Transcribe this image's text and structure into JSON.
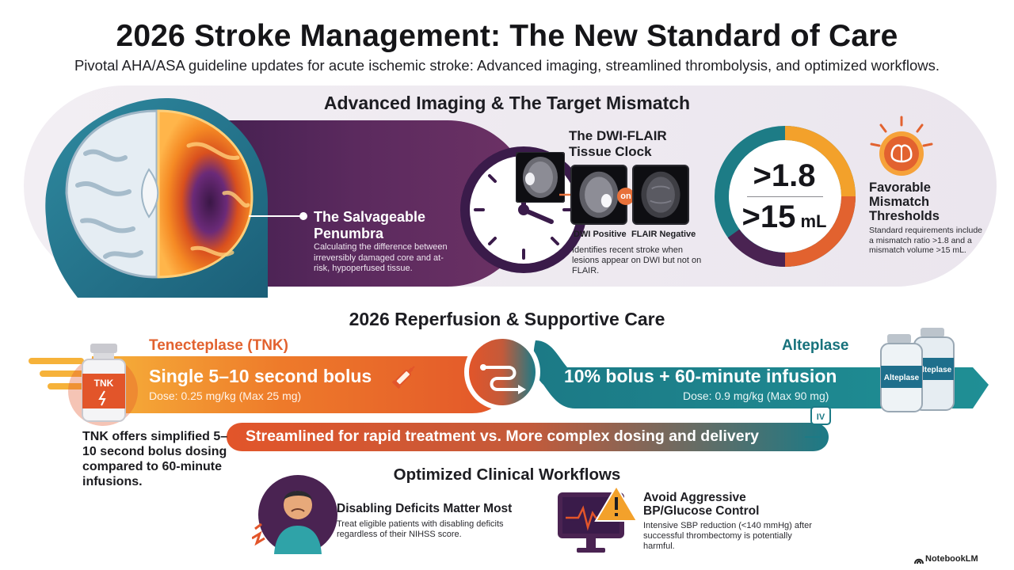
{
  "header": {
    "title": "2026 Stroke Management: The New Standard of Care",
    "subtitle": "Pivotal AHA/ASA guideline updates for acute ischemic stroke: Advanced imaging, streamlined thrombolysis, and optimized workflows."
  },
  "imaging": {
    "title": "Advanced Imaging & The Target Mismatch",
    "penumbra_title": "The Salvageable Penumbra",
    "penumbra_desc": "Calculating the difference between irreversibly damaged core and at-risk, hypoperfused tissue.",
    "clock_title": "The DWI-FLAIR Tissue Clock",
    "on_label": "on",
    "dwi_label": "DWI Positive",
    "flair_label": "FLAIR Negative",
    "clock_desc": "Identifies recent stroke when lesions appear on DWI but not on FLAIR.",
    "ratio": ">1.8",
    "volume_value": ">15",
    "volume_unit": " mL",
    "favorable_title": "Favorable Mismatch Thresholds",
    "favorable_desc": "Standard requirements include a mismatch ratio >1.8 and a mismatch volume >15 mL."
  },
  "reperfusion": {
    "title": "2026 Reperfusion & Supportive Care",
    "tnk_label": "Tenecteplase (TNK)",
    "tnk_vial_label": "TNK",
    "tnk_main": "Single 5–10 second bolus",
    "tnk_dose": "Dose: 0.25 mg/kg (Max 25 mg)",
    "alt_label": "Alteplase",
    "alt_vial_label": "Alteplase",
    "alt_main": "10% bolus + 60-minute infusion",
    "alt_dose": "Dose: 0.9 mg/kg (Max 90 mg)",
    "iv_label": "IV",
    "comparison": "Streamlined for rapid treatment  vs.  More complex dosing and delivery",
    "tnk_note": "TNK offers simplified 5–10 second bolus dosing compared to 60-minute infusions."
  },
  "workflows": {
    "title": "Optimized Clinical Workflows",
    "deficits_title": "Disabling Deficits Matter Most",
    "deficits_desc": "Treat eligible patients with disabling deficits regardless of their NIHSS score.",
    "bp_title": "Avoid Aggressive BP/Glucose Control",
    "bp_desc": "Intensive SBP reduction (<140 mmHg) after successful thrombectomy is potentially harmful."
  },
  "brand": "NotebookLM",
  "colors": {
    "orange": "#e2622f",
    "teal": "#17727c",
    "purple": "#4a2352",
    "dark": "#1d1d22"
  }
}
